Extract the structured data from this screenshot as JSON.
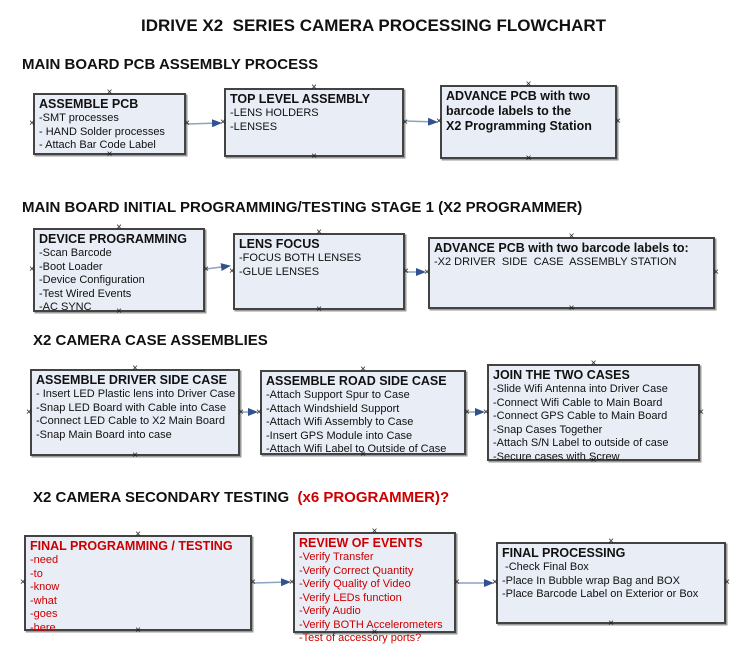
{
  "title": "IDRIVE X2  SERIES CAMERA PROCESSING FLOWCHART",
  "glyphs": {
    "handle": "×"
  },
  "colors": {
    "box_fill": "#e8edf6",
    "box_border": "#434343",
    "red_text": "#cc0000",
    "arrow_line": "#8ca3bf",
    "arrow_head": "#31518f"
  },
  "sections": [
    {
      "header": "MAIN BOARD PCB ASSEMBLY PROCESS",
      "boxes": [
        {
          "title": "ASSEMBLE PCB",
          "items": [
            "-SMT processes",
            "- HAND Solder processes",
            "- Attach Bar Code Label"
          ]
        },
        {
          "title": "TOP LEVEL ASSEMBLY",
          "items": [
            "-LENS HOLDERS",
            "-LENSES"
          ]
        },
        {
          "title": "ADVANCE PCB with two\nbarcode labels to the\n X2 Programming Station",
          "items": []
        }
      ]
    },
    {
      "header": "MAIN BOARD INITIAL PROGRAMMING/TESTING STAGE 1 (X2 PROGRAMMER)",
      "boxes": [
        {
          "title": "DEVICE PROGRAMMING",
          "items": [
            "-Scan Barcode",
            "-Boot Loader",
            "-Device Configuration",
            "-Test Wired Events",
            "-AC SYNC"
          ]
        },
        {
          "title": "LENS FOCUS",
          "items": [
            "-FOCUS BOTH LENSES",
            "-GLUE LENSES"
          ]
        },
        {
          "title": "ADVANCE PCB with two barcode labels to:",
          "items": [
            "-X2 DRIVER  SIDE  CASE  ASSEMBLY STATION"
          ]
        }
      ]
    },
    {
      "header": "X2 CAMERA CASE ASSEMBLIES",
      "boxes": [
        {
          "title": "ASSEMBLE DRIVER SIDE CASE",
          "items": [
            "- Insert LED Plastic lens into Driver Case",
            "-Snap LED Board with Cable into Case",
            "-Connect LED Cable to X2 Main Board",
            "-Snap Main Board into case"
          ]
        },
        {
          "title": "ASSEMBLE ROAD SIDE CASE",
          "items": [
            "-Attach Support Spur to Case",
            "-Attach Windshield Support",
            "-Attach Wifi Assembly to Case",
            "-Insert GPS Module into Case",
            "-Attach Wifi Label to Outside of Case"
          ]
        },
        {
          "title": "JOIN THE TWO CASES",
          "items": [
            "-Slide Wifi Antenna into Driver Case",
            "-Connect Wifi Cable to Main Board",
            "-Connect GPS Cable to Main Board",
            "-Snap Cases Together",
            "-Attach S/N Label to outside of case",
            "-Secure cases with Screw"
          ]
        }
      ]
    },
    {
      "header": "X2 CAMERA SECONDARY TESTING ",
      "header_red": " (x6 PROGRAMMER)?",
      "boxes": [
        {
          "title": "FINAL PROGRAMMING / TESTING",
          "items": [
            "-need",
            "-to",
            "-know",
            "-what",
            "-goes",
            "-here"
          ]
        },
        {
          "title": "REVIEW OF EVENTS",
          "items": [
            "-Verify Transfer",
            "-Verify Correct Quantity",
            "-Verify Quality of Video",
            "-Verify LEDs function",
            "-Verify Audio",
            "-Verify BOTH Accelerometers",
            "-Test of accessory ports?"
          ]
        },
        {
          "title": "FINAL PROCESSING",
          "items": [
            " -Check Final Box",
            "-Place In Bubble wrap Bag and BOX",
            "-Place Barcode Label on Exterior or Box"
          ]
        }
      ]
    }
  ]
}
